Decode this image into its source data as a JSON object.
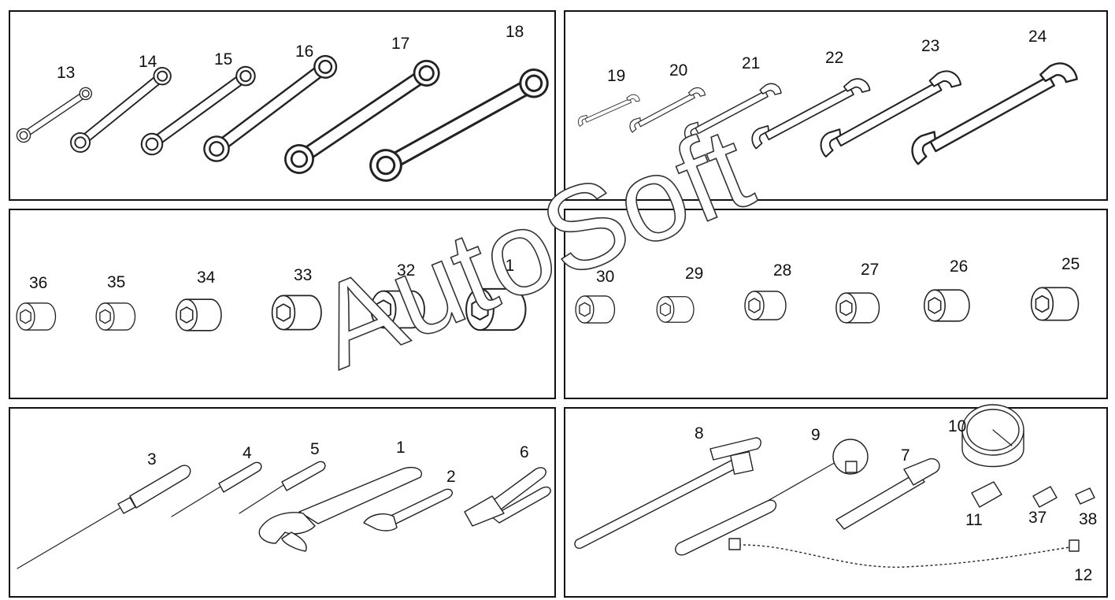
{
  "watermark": "AutoSoft",
  "panels": [
    {
      "id": "ring-spanners",
      "callouts": [
        "13",
        "14",
        "15",
        "16",
        "17",
        "18"
      ]
    },
    {
      "id": "open-spanners",
      "callouts": [
        "19",
        "20",
        "21",
        "22",
        "23",
        "24"
      ]
    },
    {
      "id": "sockets-large",
      "callouts": [
        "36",
        "35",
        "34",
        "33",
        "32",
        "31"
      ]
    },
    {
      "id": "sockets-small",
      "callouts": [
        "30",
        "29",
        "28",
        "27",
        "26",
        "25"
      ]
    },
    {
      "id": "hand-tools",
      "callouts": [
        "3",
        "4",
        "5",
        "1",
        "2",
        "6"
      ]
    },
    {
      "id": "drive-tools",
      "callouts": [
        "8",
        "9",
        "7",
        "10",
        "11",
        "37",
        "38",
        "12"
      ]
    }
  ],
  "icons": {
    "ring-spanner": "ring-spanner-icon",
    "open-spanner": "open-end-spanner-icon",
    "socket": "socket-head-icon",
    "screwdriver": "screwdriver-icon",
    "adjustable-wrench": "adjustable-wrench-icon",
    "pliers": "pliers-icon",
    "t-bar": "t-handle-icon",
    "ratchet": "ratchet-handle-icon",
    "extension": "extension-bar-icon",
    "gauge": "pressure-gauge-icon",
    "adapter": "adapter-fitting-icon",
    "hose": "flexible-hose-icon"
  },
  "colors": {
    "line": "#222222",
    "background": "#ffffff"
  }
}
